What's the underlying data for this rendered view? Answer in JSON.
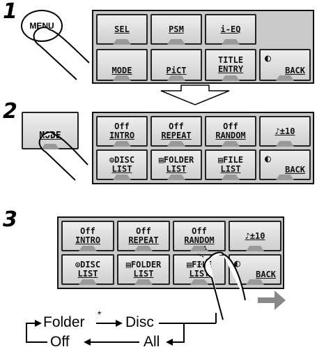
{
  "steps": [
    "1",
    "2",
    "3"
  ],
  "menu_button": "MENU",
  "menu_row1": [
    "SEL",
    "PSM",
    "i-EQ"
  ],
  "menu_row2": [
    "MODE",
    "PiCT",
    "TITLE",
    "ENTRY",
    "BACK"
  ],
  "mode_button": "MODE",
  "mode_row1": [
    {
      "top": "Off",
      "bottom": "INTRO"
    },
    {
      "top": "Off",
      "bottom": "REPEAT"
    },
    {
      "top": "Off",
      "bottom": "RANDOM"
    },
    {
      "top": "",
      "bottom": "♪±10"
    }
  ],
  "mode_row2": [
    {
      "top": "⊙DISC",
      "bottom": "LIST"
    },
    {
      "top": "▤FOLDER",
      "bottom": "LIST"
    },
    {
      "top": "▤FILE",
      "bottom": "LIST"
    },
    {
      "top": "",
      "bottom": "BACK"
    }
  ],
  "cycle": {
    "folder": "Folder",
    "asterisk": "*",
    "disc": "Disc",
    "off": "Off",
    "all": "All"
  }
}
